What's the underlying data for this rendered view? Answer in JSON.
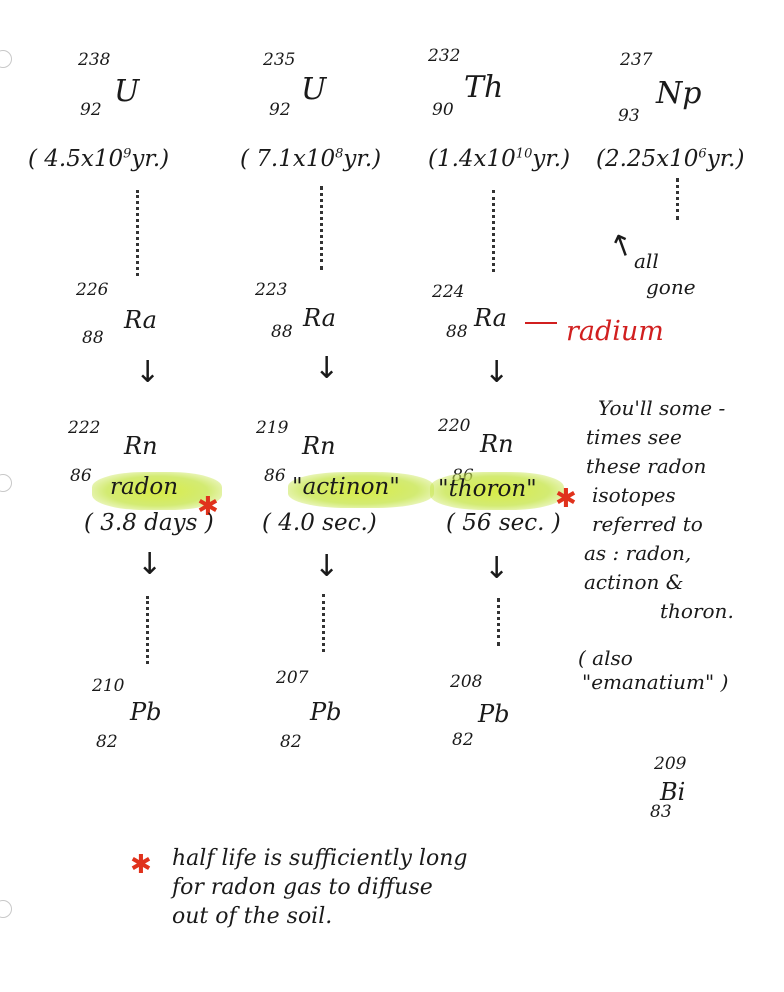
{
  "columns": [
    {
      "parent": {
        "mass": "238",
        "atomic": "92",
        "symbol": "U",
        "half_life": "( 4.5x10",
        "half_life_exp": "9",
        "half_life_unit": "yr.)"
      },
      "radium": {
        "mass": "226",
        "atomic": "88",
        "symbol": "Ra"
      },
      "radon": {
        "mass": "222",
        "atomic": "86",
        "symbol": "Rn",
        "name": "radon",
        "half_life": "( 3.8 days )"
      },
      "lead": {
        "mass": "210",
        "atomic": "82",
        "symbol": "Pb"
      }
    },
    {
      "parent": {
        "mass": "235",
        "atomic": "92",
        "symbol": "U",
        "half_life": "( 7.1x10",
        "half_life_exp": "8",
        "half_life_unit": "yr.)"
      },
      "radium": {
        "mass": "223",
        "atomic": "88",
        "symbol": "Ra"
      },
      "radon": {
        "mass": "219",
        "atomic": "86",
        "symbol": "Rn",
        "name": "\"actinon\"",
        "half_life": "( 4.0 sec.)"
      },
      "lead": {
        "mass": "207",
        "atomic": "82",
        "symbol": "Pb"
      }
    },
    {
      "parent": {
        "mass": "232",
        "atomic": "90",
        "symbol": "Th",
        "half_life": "(1.4x10",
        "half_life_exp": "10",
        "half_life_unit": "yr.)"
      },
      "radium": {
        "mass": "224",
        "atomic": "88",
        "symbol": "Ra"
      },
      "radon": {
        "mass": "220",
        "atomic": "86",
        "symbol": "Rn",
        "name": "\"thoron\"",
        "half_life": "( 56 sec. )"
      },
      "lead": {
        "mass": "208",
        "atomic": "82",
        "symbol": "Pb"
      }
    },
    {
      "parent": {
        "mass": "237",
        "atomic": "93",
        "symbol": "Np",
        "half_life": "(2.25x10",
        "half_life_exp": "6",
        "half_life_unit": "yr.)"
      },
      "all_gone_line1": "all",
      "all_gone_line2": "gone",
      "bismuth": {
        "mass": "209",
        "atomic": "83",
        "symbol": "Bi"
      }
    }
  ],
  "radium_label": "radium",
  "radon_note": [
    "You'll some -",
    "times see",
    "these radon",
    "isotopes",
    "referred to",
    "as : radon,",
    "actinon &",
    "thoron."
  ],
  "emanation_note": [
    "also",
    "\"emanatium\""
  ],
  "footnote": [
    "half life is sufficiently long",
    "for radon gas to diffuse",
    "out of the soil."
  ],
  "colors": {
    "ink": "#1a1a1a",
    "red": "#d11f1f",
    "highlight": "#d7eb3c",
    "star": "#e0321c"
  }
}
